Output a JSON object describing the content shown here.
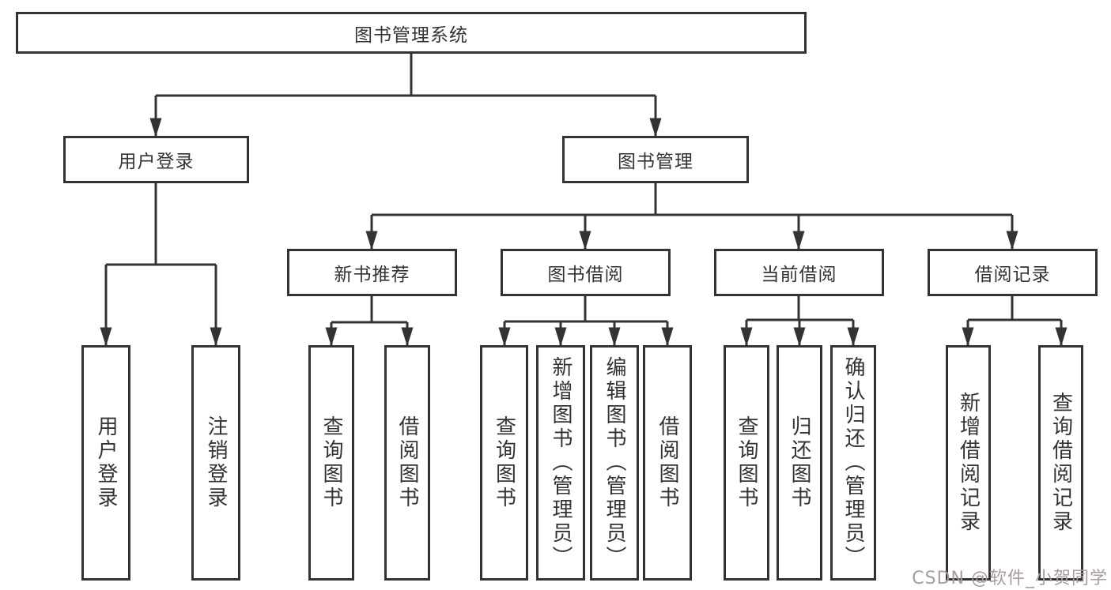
{
  "diagram": {
    "root": {
      "label": "图书管理系统"
    },
    "level2": {
      "user_login": {
        "label": "用户登录"
      },
      "book_management": {
        "label": "图书管理"
      }
    },
    "level3": {
      "new_books": {
        "label": "新书推荐"
      },
      "borrowing": {
        "label": "图书借阅"
      },
      "current": {
        "label": "当前借阅"
      },
      "records": {
        "label": "借阅记录"
      }
    },
    "leaves": {
      "login": {
        "label": "用户登录"
      },
      "logout": {
        "label": "注销登录"
      },
      "nb_query": {
        "label": "查询图书"
      },
      "nb_borrow": {
        "label": "借阅图书"
      },
      "bw_query": {
        "label": "查询图书"
      },
      "bw_add": {
        "label": "新增图书（管理员）"
      },
      "bw_edit": {
        "label": "编辑图书（管理员）"
      },
      "bw_borrow": {
        "label": "借阅图书"
      },
      "cur_query": {
        "label": "查询图书"
      },
      "cur_return": {
        "label": "归还图书"
      },
      "cur_confirm": {
        "label": "确认归还（管理员）"
      },
      "rec_add": {
        "label": "新增借阅记录"
      },
      "rec_query": {
        "label": "查询借阅记录"
      }
    },
    "watermark": "CSDN @软件_小贺同学",
    "colors": {
      "line": "#333333",
      "text": "#333333",
      "watermark": "#a89b9b",
      "background": "#ffffff"
    }
  }
}
